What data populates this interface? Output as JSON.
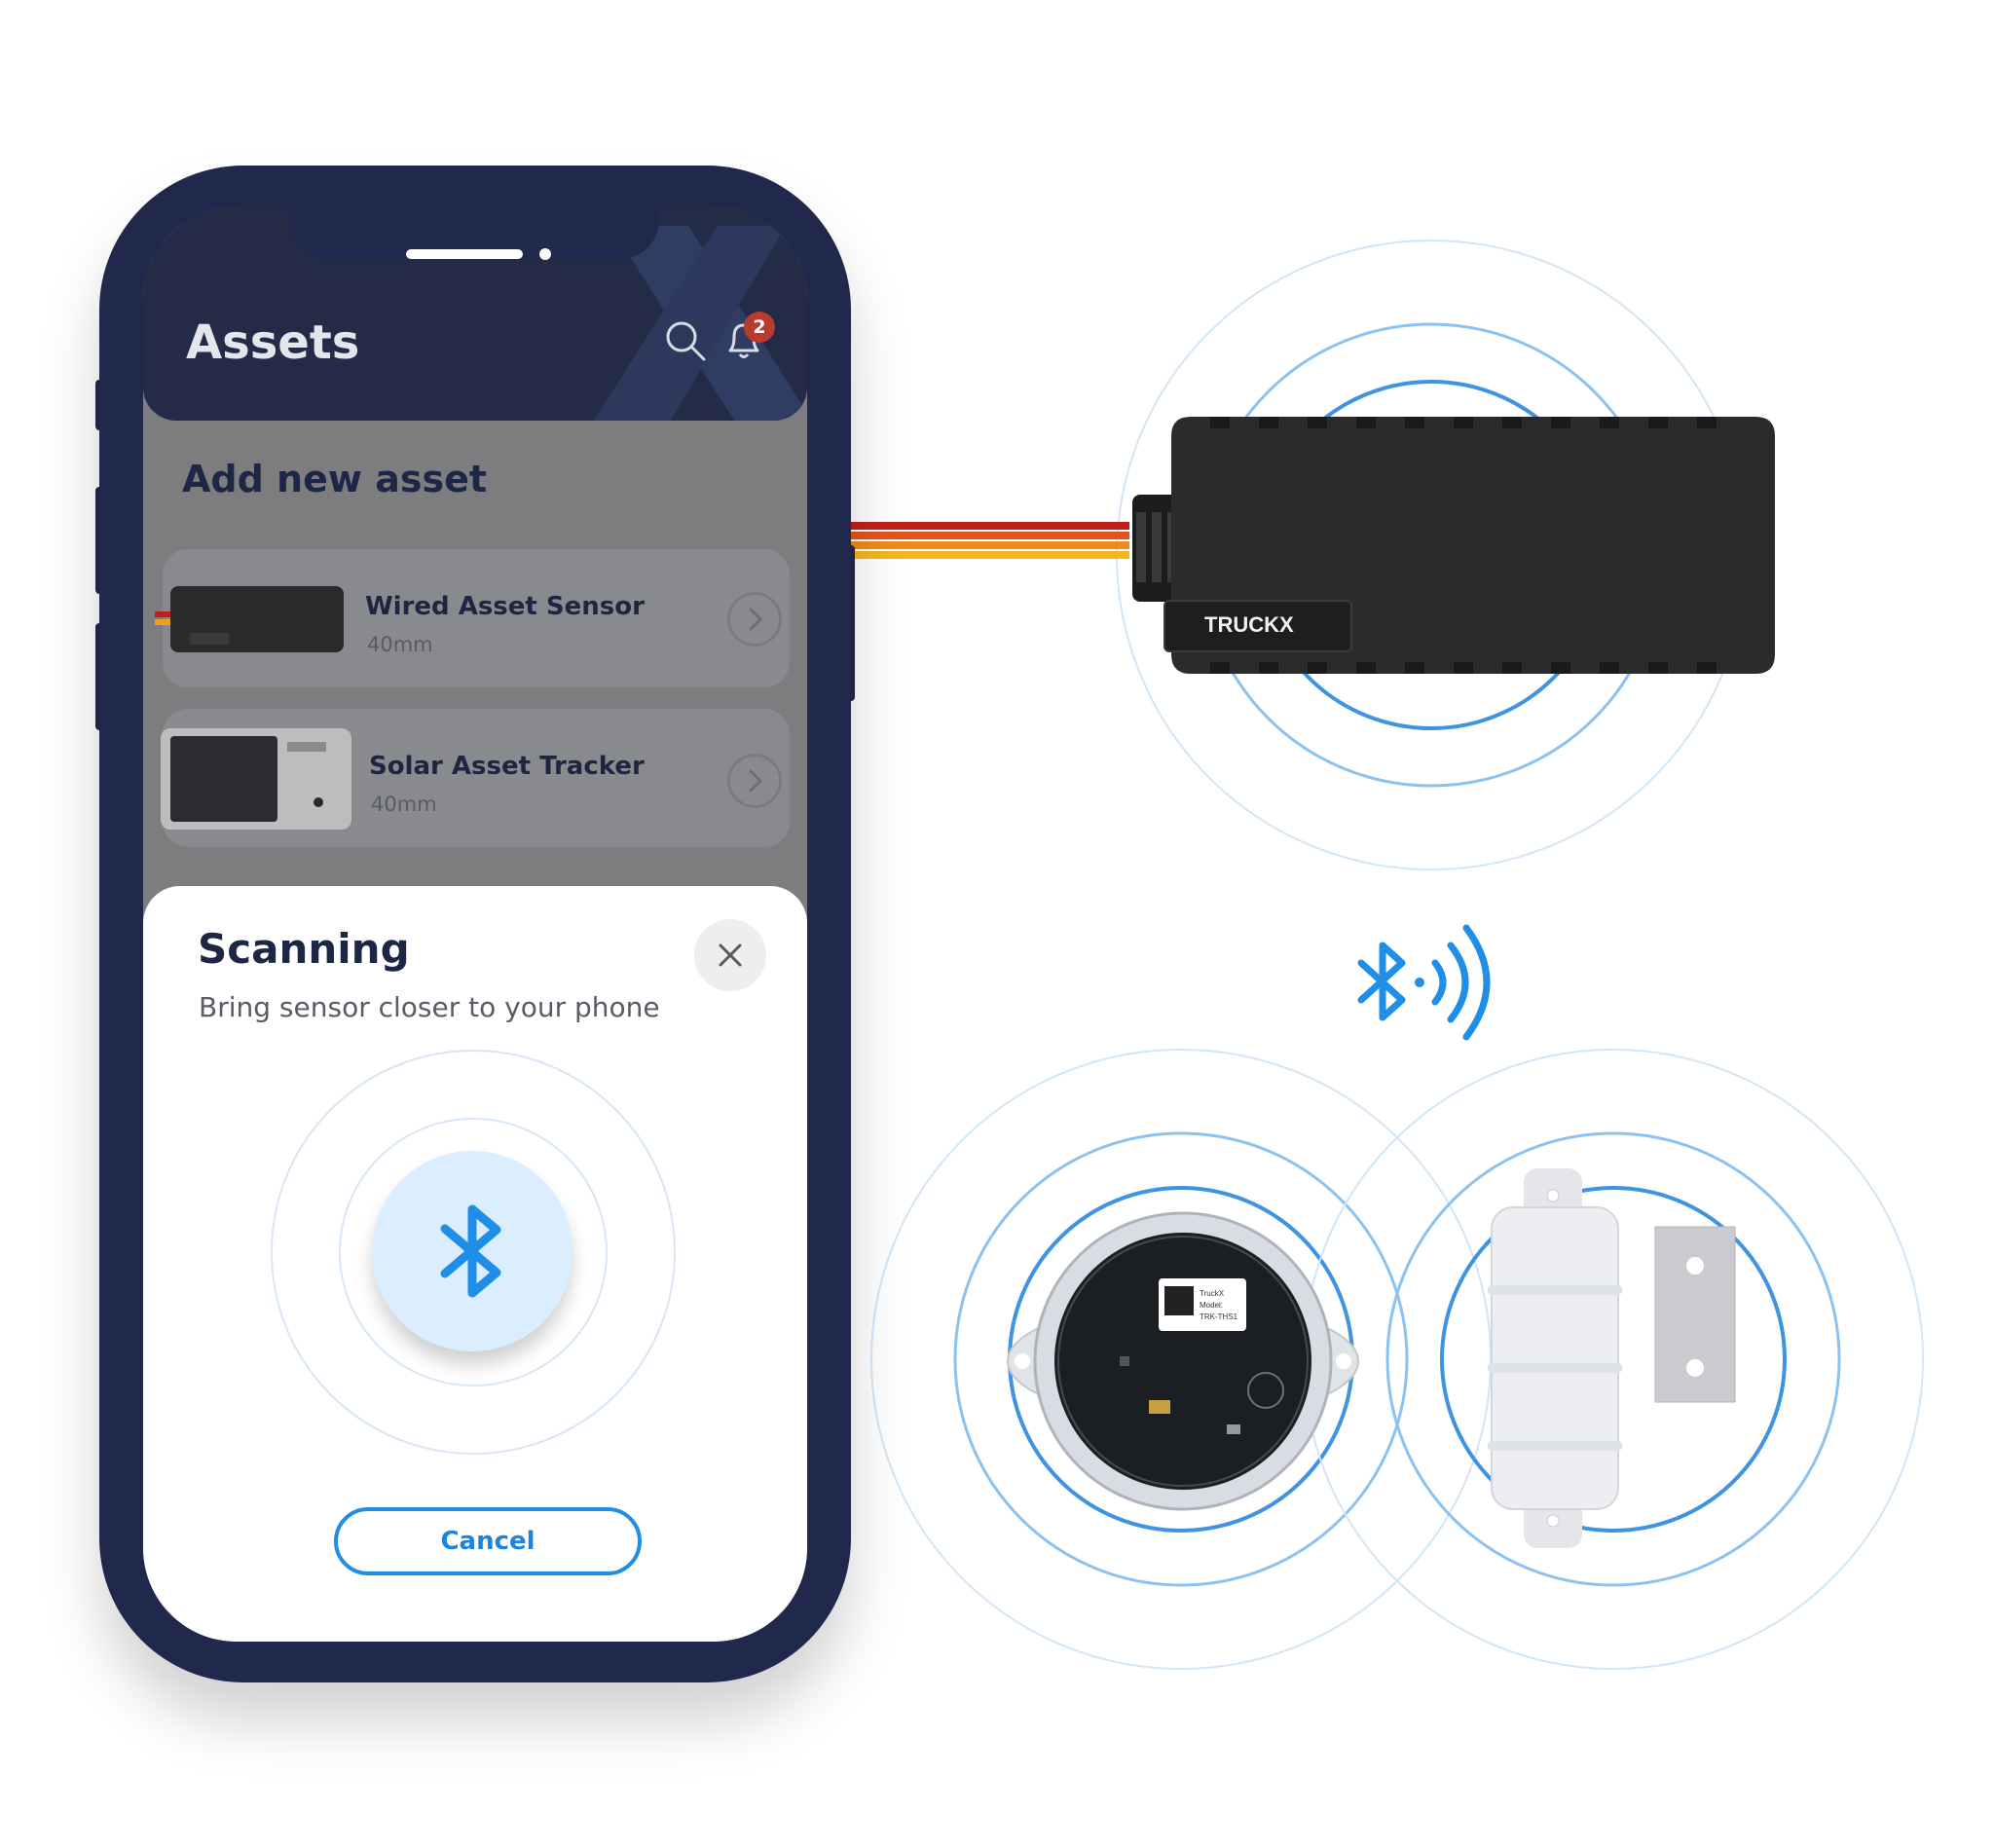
{
  "app": {
    "header_title": "Assets",
    "notification_count": "2",
    "icons": [
      "search-icon",
      "bell-icon"
    ]
  },
  "add_asset": {
    "title": "Add new asset",
    "items": [
      {
        "name": "Wired Asset Sensor",
        "size": "40mm"
      },
      {
        "name": "Solar Asset Tracker",
        "size": "40mm"
      }
    ]
  },
  "scanning": {
    "title": "Scanning",
    "subtitle": "Bring sensor closer to your phone",
    "cancel_label": "Cancel"
  },
  "device": {
    "brand_label": "TRUCKX",
    "sensor_label_line1": "TruckX",
    "sensor_label_line2": "Model:",
    "sensor_label_line3": "TRK-THS1"
  },
  "colors": {
    "phone_frame": "#20284c",
    "accent_blue": "#1e8ee7",
    "wave_blue": "#5aa8ec",
    "notification_red": "#b53c2f"
  }
}
